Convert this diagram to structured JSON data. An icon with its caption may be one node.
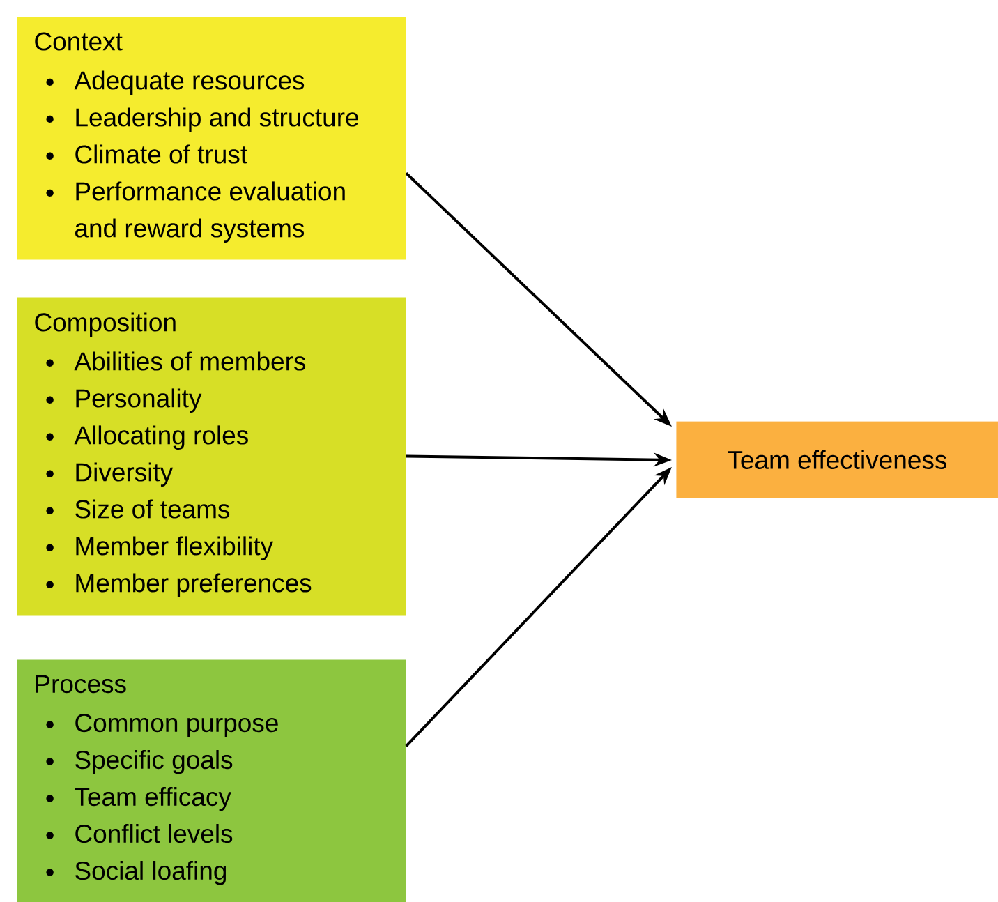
{
  "diagram": {
    "nodes": [
      {
        "text": [
          "Context",
          "Adequate resources",
          "Leadership and structure",
          "Climate of trust",
          "Performance evaluation and reward systems"
        ]
      },
      {
        "text": [
          "Composition",
          "Abilities of members",
          "Personality",
          "Allocating roles",
          "Diversity",
          "Size of teams",
          "Member flexibility",
          "Member preferences"
        ]
      },
      {
        "text": [
          "Process",
          "Common purpose",
          "Specific goals",
          "Team efficacy",
          "Conflict levels",
          "Social loafing"
        ]
      },
      {
        "text": [
          "Team effectiveness"
        ]
      }
    ],
    "edges": [
      {
        "from": 0,
        "to": 3,
        "arrow": "to"
      },
      {
        "from": 1,
        "to": 3,
        "arrow": "to"
      },
      {
        "from": 2,
        "to": 3,
        "arrow": "to"
      }
    ]
  }
}
